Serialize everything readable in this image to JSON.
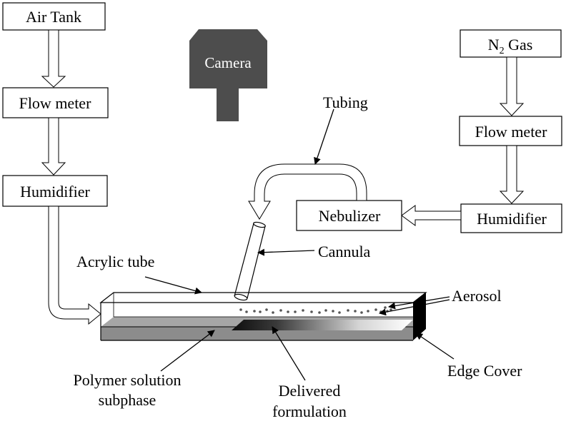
{
  "left_chain": {
    "air_tank": "Air Tank",
    "flow_meter": "Flow meter",
    "humidifier": "Humidifier"
  },
  "camera": {
    "label": "Camera",
    "color": "#4d4d4d"
  },
  "right_chain": {
    "gas_prefix": "N",
    "gas_subscript": "2",
    "gas_suffix": " Gas",
    "flow_meter": "Flow meter",
    "humidifier": "Humidifier"
  },
  "nebulizer": "Nebulizer",
  "annotations": {
    "tubing": "Tubing",
    "cannula": "Cannula",
    "acrylic_tube": "Acrylic tube",
    "aerosol": "Aerosol",
    "edge_cover": "Edge Cover",
    "polymer_line1": "Polymer solution",
    "polymer_line2": "subphase",
    "delivered_line1": "Delivered",
    "delivered_line2": "formulation"
  },
  "colors": {
    "subphase": "#a6a6a6",
    "subphase_bottom": "#8c8c8c",
    "edge_cover": "#000000",
    "formulation_dark": "#111111"
  }
}
